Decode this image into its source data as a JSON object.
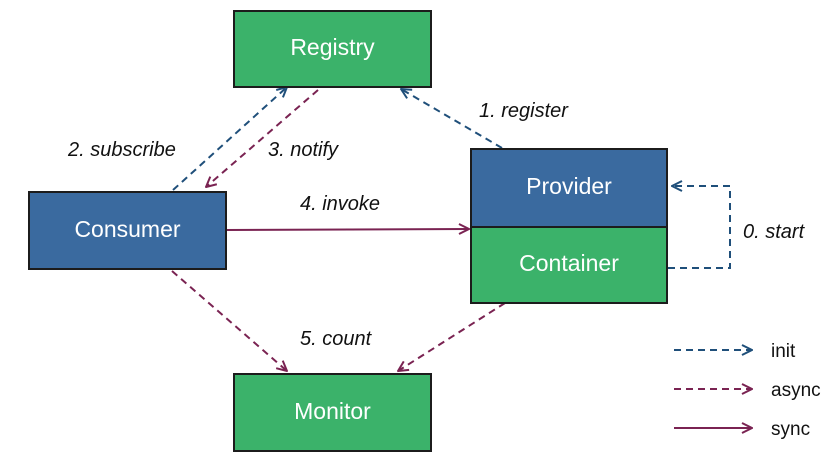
{
  "colors": {
    "green": "#3bb26a",
    "blue": "#3a6a9f",
    "init": "#1f4f7a",
    "async": "#7a2352",
    "sync": "#7a2352"
  },
  "nodes": {
    "registry": "Registry",
    "consumer": "Consumer",
    "provider": "Provider",
    "container": "Container",
    "monitor": "Monitor"
  },
  "edges": {
    "start": "0. start",
    "register": "1. register",
    "subscribe": "2. subscribe",
    "notify": "3. notify",
    "invoke": "4. invoke",
    "count": "5. count"
  },
  "legend": {
    "init": "init",
    "async": "async",
    "sync": "sync"
  }
}
